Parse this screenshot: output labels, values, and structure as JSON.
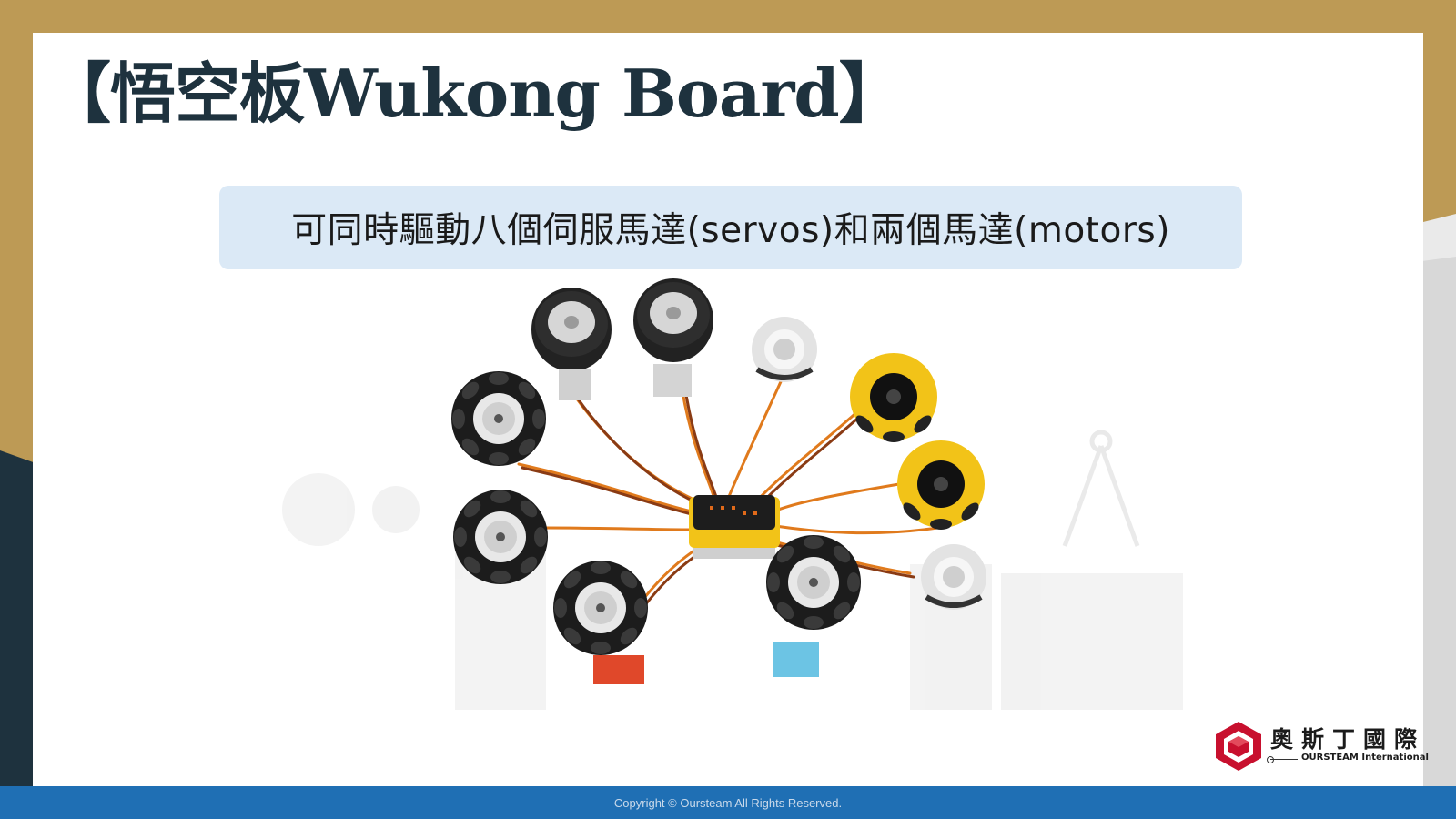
{
  "slide": {
    "title": "【悟空板Wukong Board】",
    "caption": "可同時驅動八個伺服馬達(servos)和兩個馬達(motors)"
  },
  "logo": {
    "name_cn": "奧斯丁國際",
    "name_en": "OURSTEAM International",
    "color": "#c8102e"
  },
  "footer": {
    "copyright": "Copyright © Oursteam All Rights Reserved."
  },
  "theme": {
    "gold": "#bd9a55",
    "navy": "#1e323e",
    "footer_blue": "#1f6fb4",
    "caption_bg": "#dbe9f6"
  }
}
